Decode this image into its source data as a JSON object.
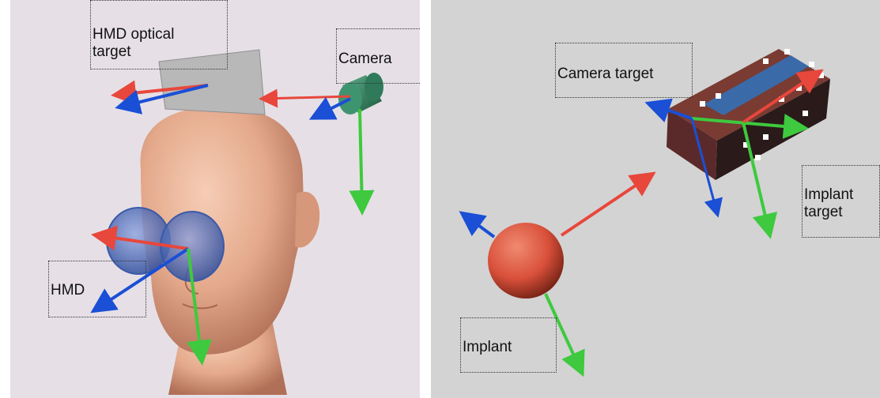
{
  "colors": {
    "left_background": "#e6e0e6",
    "right_background": "#d3d3d3",
    "axis_x": "#e8473c",
    "axis_y": "#3ec93e",
    "axis_z": "#1a4fd6",
    "skin": "#e4a98b",
    "lens": "#4f6fc0",
    "camera": "#2f7a5a",
    "optical_target": "#b8b8b8",
    "implant": "#d9503a",
    "implant_target_body": "#5a2a2a",
    "implant_target_stripe": "#3a6aa8"
  },
  "left_panel": {
    "labels": {
      "hmd_optical_target": "HMD optical\ntarget",
      "camera": "Camera",
      "hmd": "HMD"
    }
  },
  "right_panel": {
    "labels": {
      "camera_target": "Camera target",
      "implant_target": "Implant\ntarget",
      "implant": "Implant"
    }
  }
}
